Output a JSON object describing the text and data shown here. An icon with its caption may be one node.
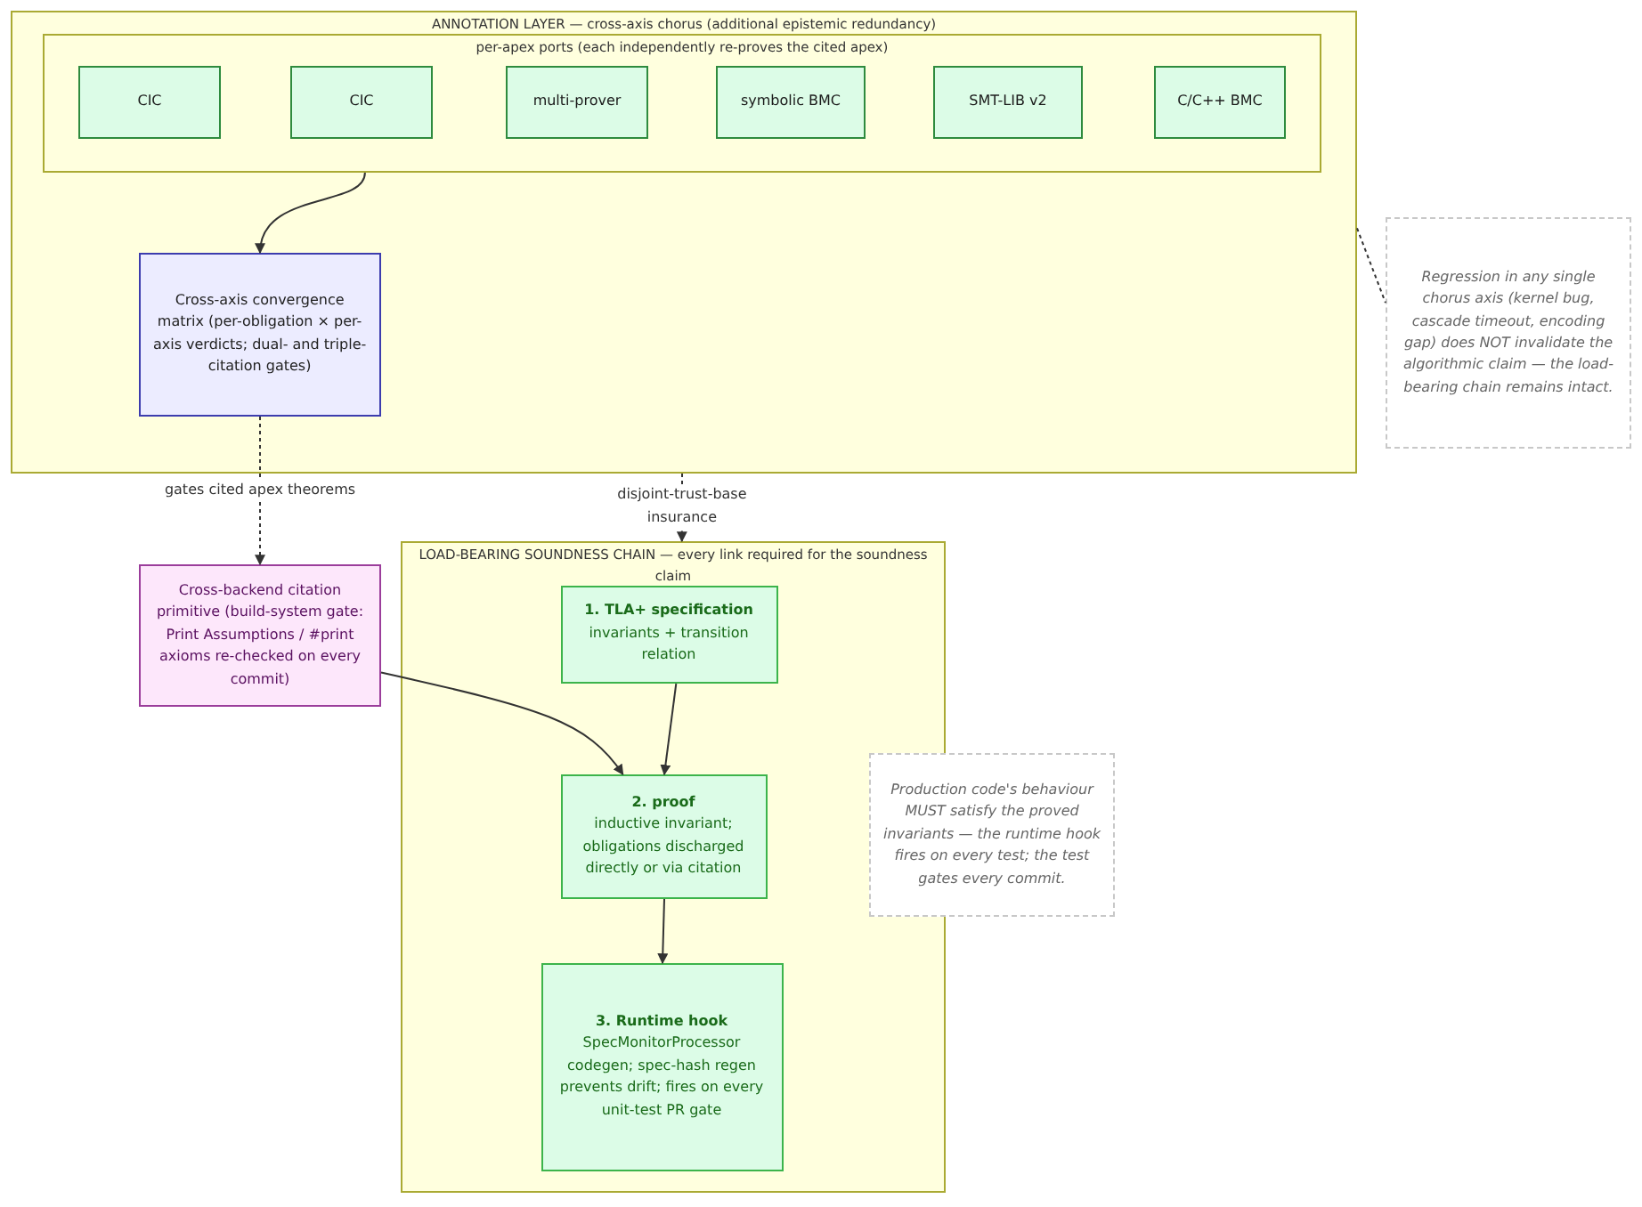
{
  "diagram": {
    "nodes": [
      {
        "text": [
          "ANNOTATION LAYER — cross-axis chorus (additional epistemic redundancy)"
        ]
      },
      {
        "text": [
          "per-apex ports (each independently re-proves the cited apex)"
        ],
        "in": 0
      },
      {
        "text": [
          "CIC"
        ],
        "in": 1
      },
      {
        "text": [
          "CIC"
        ],
        "in": 1
      },
      {
        "text": [
          "multi-prover"
        ],
        "in": 1
      },
      {
        "text": [
          "symbolic BMC"
        ],
        "in": 1
      },
      {
        "text": [
          "SMT-LIB v2"
        ],
        "in": 1
      },
      {
        "text": [
          "C/C++ BMC"
        ],
        "in": 1
      },
      {
        "text": [
          "Cross-axis convergence matrix (per-obligation × per-axis verdicts; dual- and triple-citation gates)"
        ],
        "in": 0
      },
      {
        "text": [
          "Regression in any single chorus axis (kernel bug, cascade timeout, encoding gap) does NOT invalidate the algorithmic claim — the load-bearing chain remains intact."
        ]
      },
      {
        "text": [
          "Cross-backend citation primitive (build-system gate: Print Assumptions / #print axioms re-checked on every commit)"
        ]
      },
      {
        "text": [
          "LOAD-BEARING SOUNDNESS CHAIN — every link required for the soundness claim"
        ]
      },
      {
        "text": [
          "1. TLA+ specification",
          "invariants + transition relation"
        ],
        "in": 11
      },
      {
        "text": [
          "2. proof",
          "inductive invariant; obligations discharged directly or via citation"
        ],
        "in": 11
      },
      {
        "text": [
          "3. Runtime hook",
          "SpecMonitorProcessor codegen; spec-hash regen prevents drift; fires on every unit-test PR gate"
        ],
        "in": 11
      },
      {
        "text": [
          "Production code's behaviour MUST satisfy the proved invariants — the runtime hook fires on every test; the test gates every commit."
        ]
      }
    ],
    "edges": [
      {
        "from": 1,
        "to": 8,
        "arrow": "to"
      },
      {
        "from": 8,
        "to": 10,
        "arrow": "to",
        "label": "gates cited apex theorems",
        "style": "dashed"
      },
      {
        "from": 0,
        "to": 11,
        "arrow": "to",
        "label": "disjoint-trust-base insurance",
        "style": "dashed"
      },
      {
        "from": 10,
        "to": 13,
        "arrow": "to"
      },
      {
        "from": 12,
        "to": 13,
        "arrow": "to"
      },
      {
        "from": 13,
        "to": 14,
        "arrow": "to"
      },
      {
        "from": 0,
        "to": 9,
        "arrow": "none",
        "style": "dashed"
      }
    ]
  }
}
